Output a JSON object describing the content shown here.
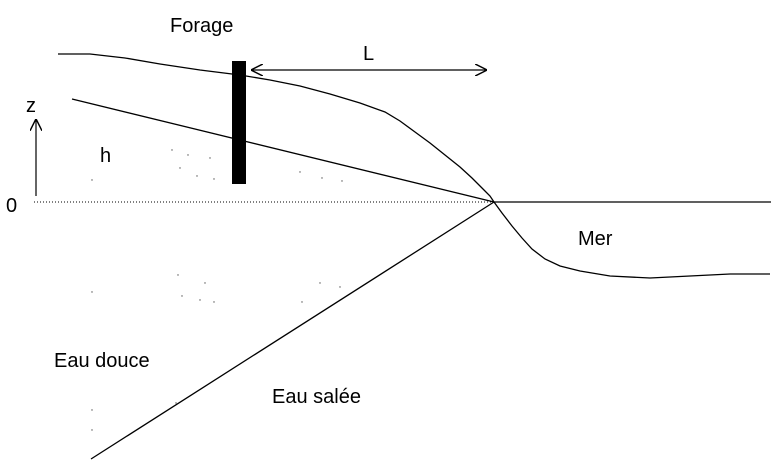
{
  "labels": {
    "forage": "Forage",
    "length": "L",
    "axis_z": "z",
    "head": "h",
    "zero": "0",
    "sea": "Mer",
    "fresh_water": "Eau douce",
    "salt_water": "Eau salée"
  },
  "colors": {
    "line": "#000000",
    "background": "#ffffff"
  }
}
